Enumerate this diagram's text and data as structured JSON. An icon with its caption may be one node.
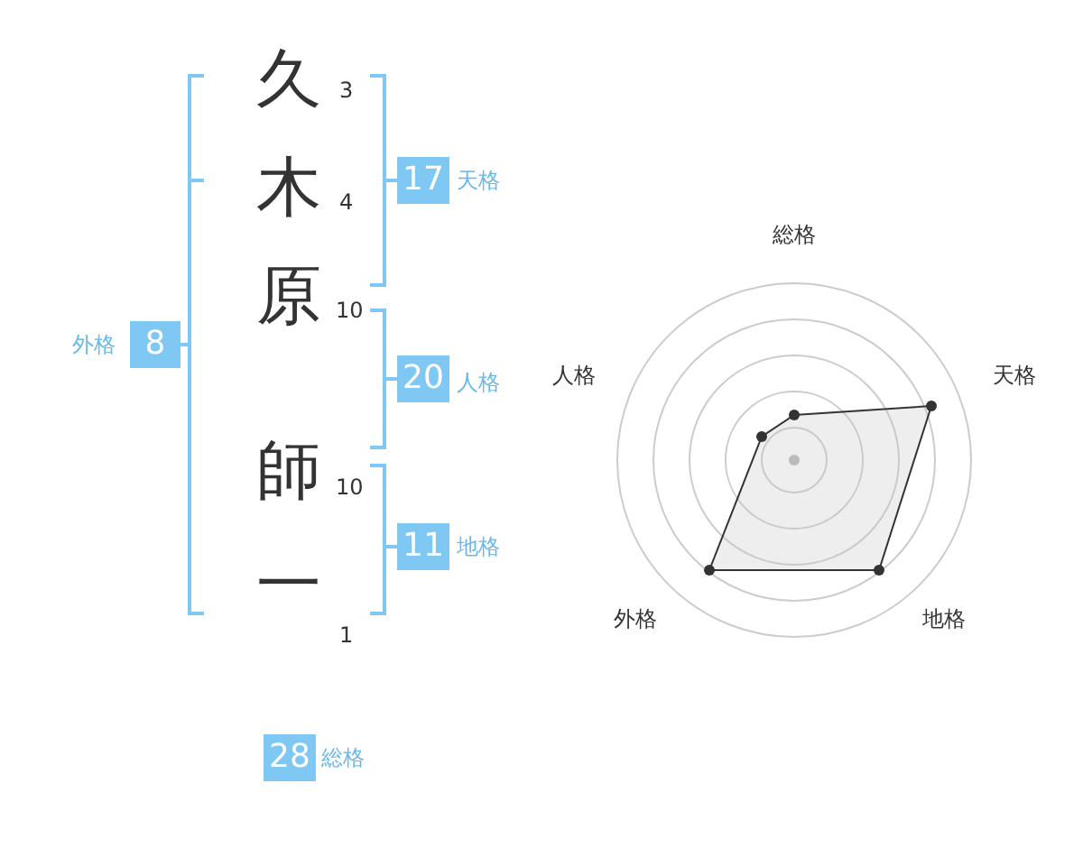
{
  "diagram": {
    "labels": [
      "久",
      "3",
      "木",
      "4",
      "17",
      "天格",
      "原",
      "10",
      "外格",
      "8",
      "20",
      "人格",
      "師",
      "10",
      "11",
      "地格",
      "一",
      "1",
      "28",
      "総格",
      "総格",
      "人格",
      "天格",
      "外格",
      "地格"
    ]
  }
}
